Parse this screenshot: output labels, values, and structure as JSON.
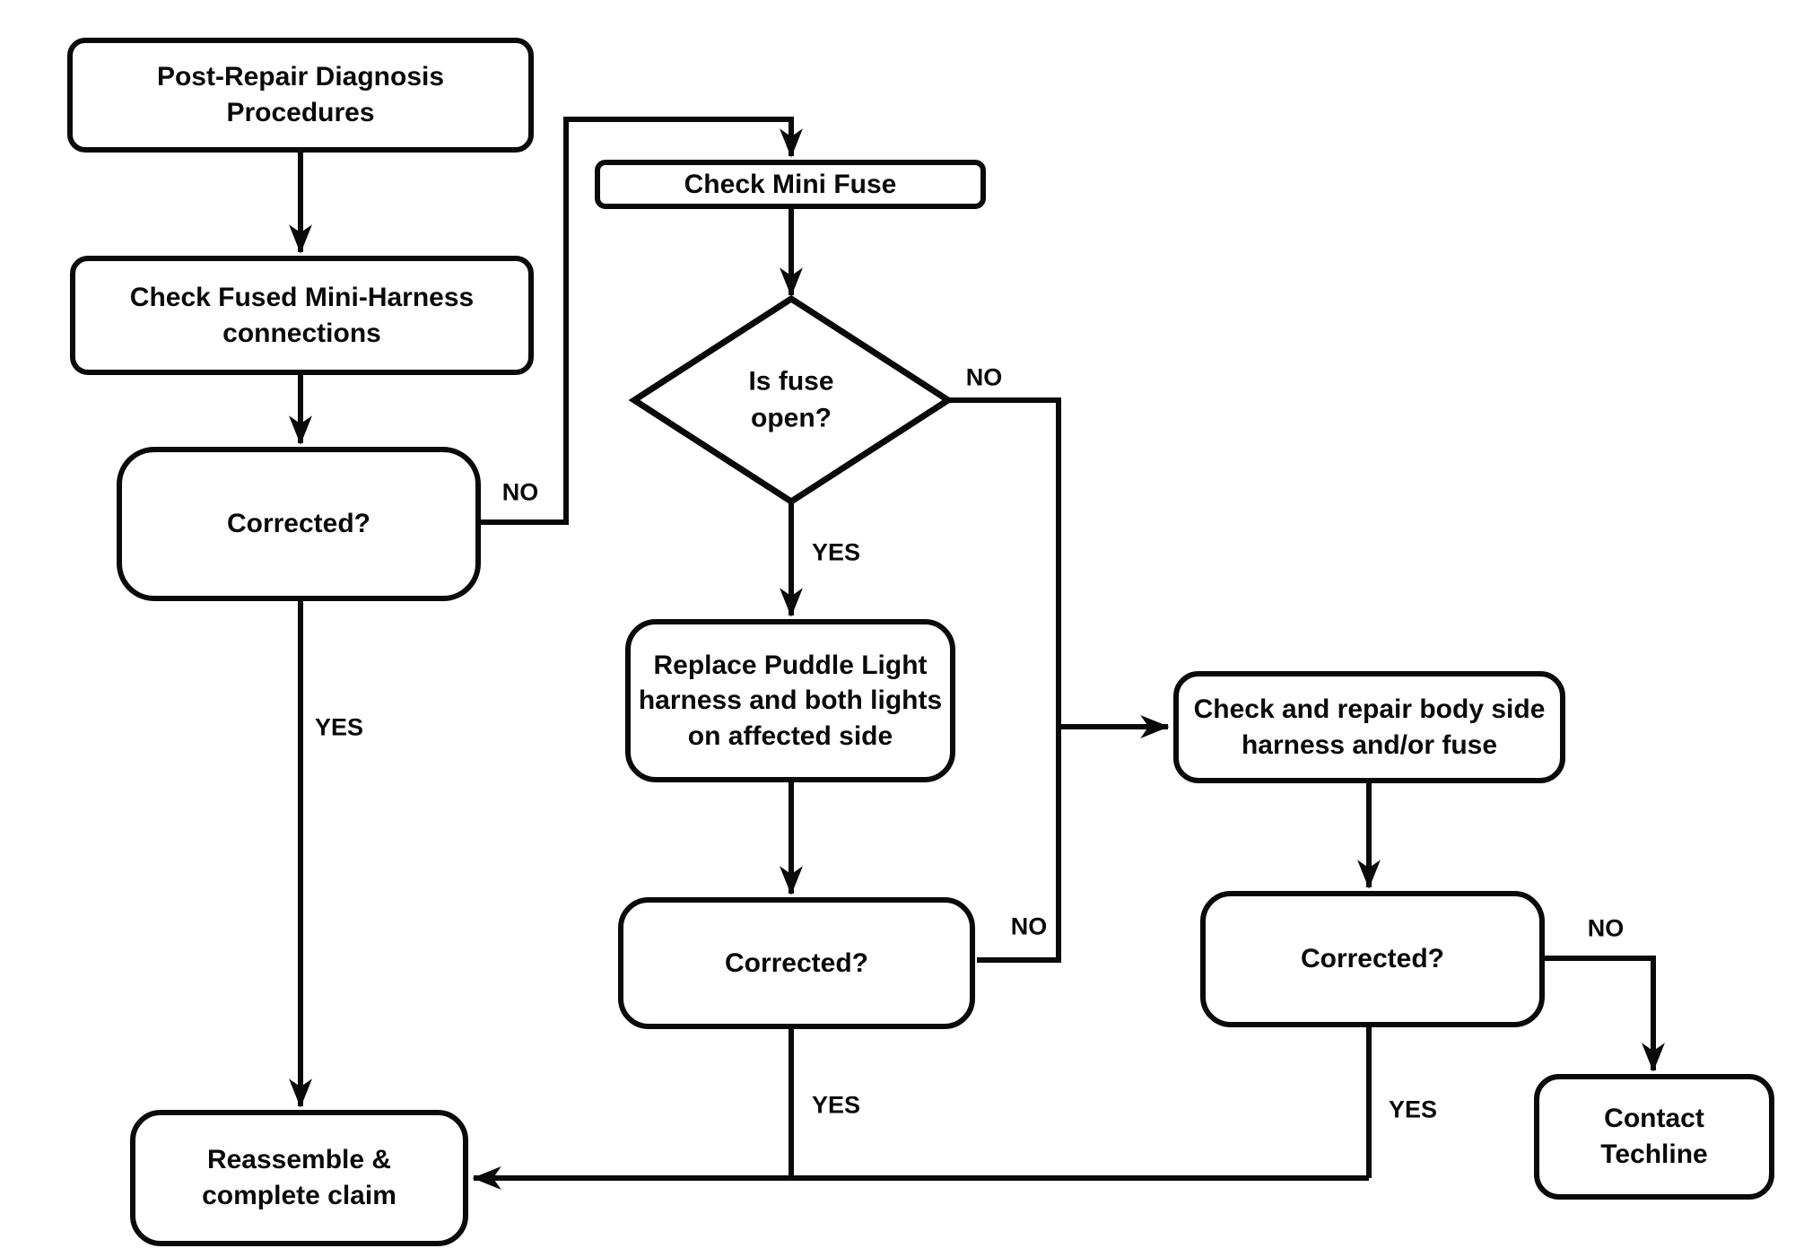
{
  "diagram": {
    "nodes": {
      "post_repair": "Post-Repair Diagnosis\nProcedures",
      "check_fused": "Check Fused Mini-Harness\nconnections",
      "corrected_left": "Corrected?",
      "check_mini_fuse": "Check Mini Fuse",
      "is_fuse_open": "Is fuse\nopen?",
      "replace_puddle": "Replace Puddle Light\nharness and both lights\non affected side",
      "check_repair_body": "Check and repair body side\nharness and/or fuse",
      "corrected_middle": "Corrected?",
      "corrected_right": "Corrected?",
      "contact_techline": "Contact\nTechline",
      "reassemble": "Reassemble &\ncomplete claim"
    },
    "edge_labels": {
      "corrected_left_no": "NO",
      "corrected_left_yes": "YES",
      "fuse_open_no": "NO",
      "fuse_open_yes": "YES",
      "corrected_middle_no": "NO",
      "corrected_middle_yes": "YES",
      "corrected_right_no": "NO",
      "corrected_right_yes": "YES"
    },
    "colors": {
      "line": "#0a0a0a",
      "background": "#ffffff",
      "box_fill": "#ffffff"
    }
  }
}
